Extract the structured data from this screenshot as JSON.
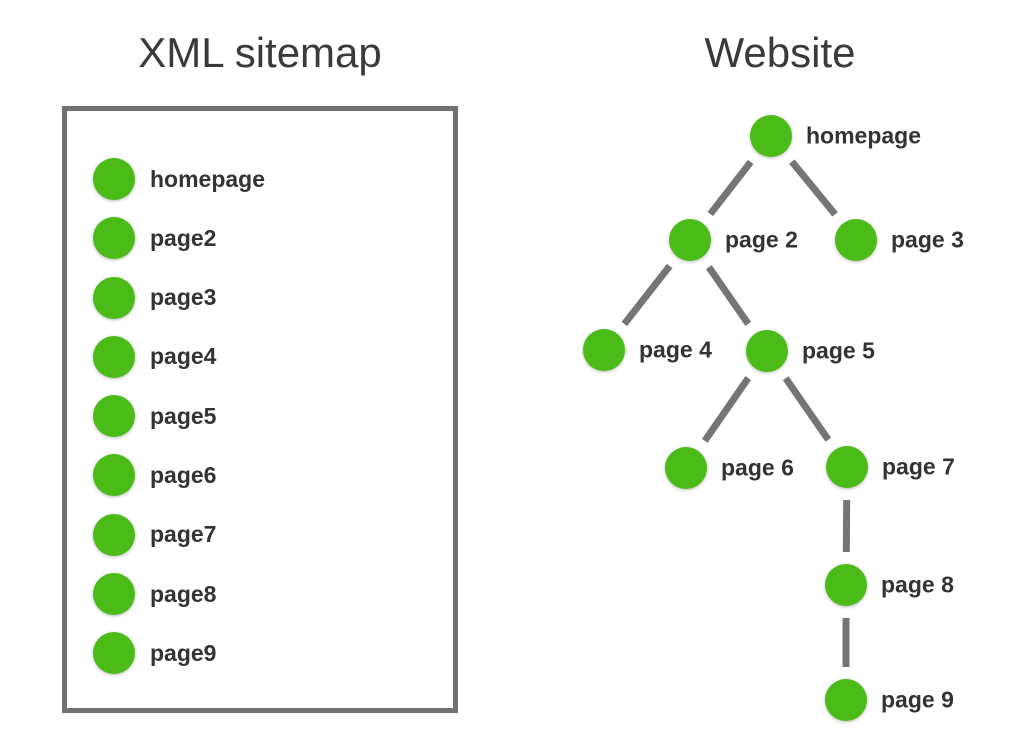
{
  "colors": {
    "node_green": "#4bbb17",
    "edge_gray": "#757575",
    "box_border": "#717171",
    "title_text": "#3a3a3a",
    "label_text": "#333333",
    "background": "#ffffff"
  },
  "sitemap": {
    "title": "XML sitemap",
    "items": [
      "homepage",
      "page2",
      "page3",
      "page4",
      "page5",
      "page6",
      "page7",
      "page8",
      "page9"
    ]
  },
  "website": {
    "title": "Website",
    "nodes": [
      {
        "id": "homepage",
        "label": "homepage"
      },
      {
        "id": "page2",
        "label": "page 2"
      },
      {
        "id": "page3",
        "label": "page 3"
      },
      {
        "id": "page4",
        "label": "page 4"
      },
      {
        "id": "page5",
        "label": "page 5"
      },
      {
        "id": "page6",
        "label": "page 6"
      },
      {
        "id": "page7",
        "label": "page 7"
      },
      {
        "id": "page8",
        "label": "page 8"
      },
      {
        "id": "page9",
        "label": "page 9"
      }
    ],
    "edges": [
      {
        "from": "homepage",
        "to": "page2"
      },
      {
        "from": "homepage",
        "to": "page3"
      },
      {
        "from": "page2",
        "to": "page4"
      },
      {
        "from": "page2",
        "to": "page5"
      },
      {
        "from": "page5",
        "to": "page6"
      },
      {
        "from": "page5",
        "to": "page7"
      },
      {
        "from": "page7",
        "to": "page8"
      },
      {
        "from": "page8",
        "to": "page9"
      }
    ]
  }
}
